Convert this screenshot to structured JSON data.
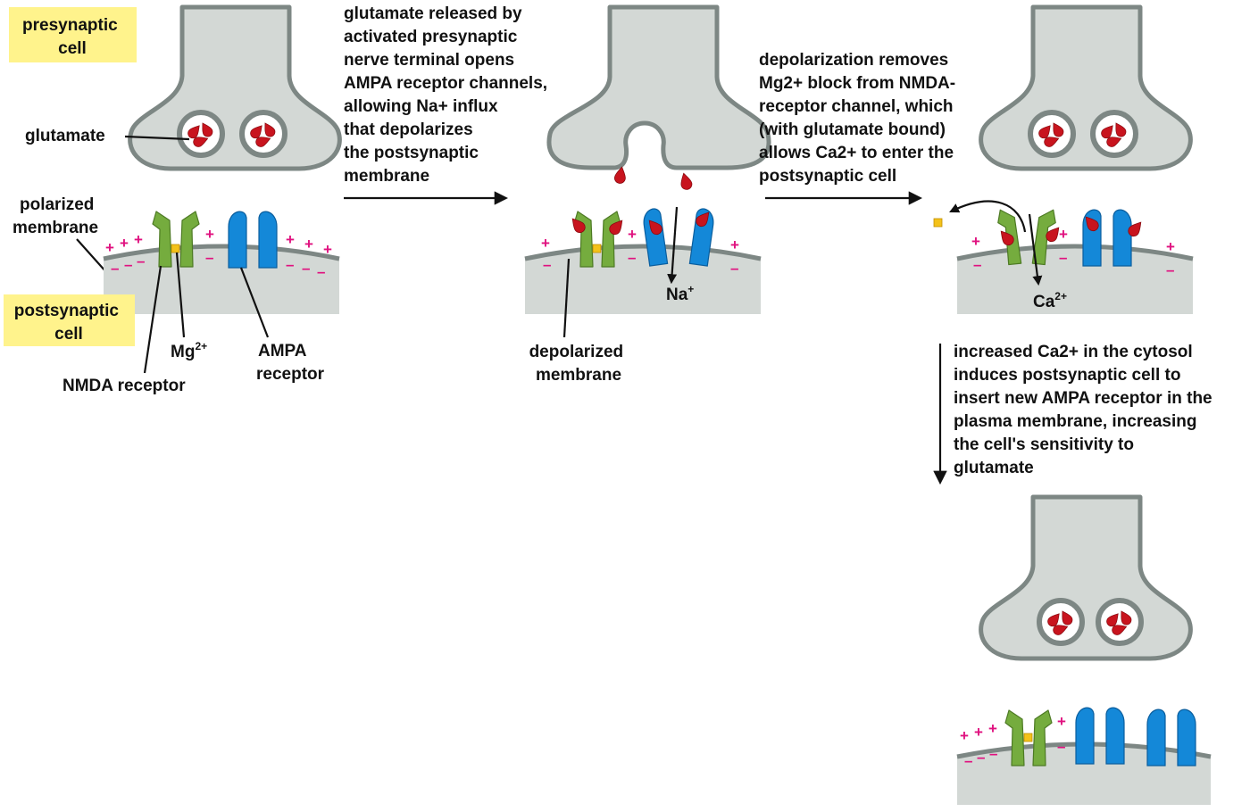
{
  "labels": {
    "presynaptic_cell": [
      "presynaptic",
      "cell"
    ],
    "postsynaptic_cell": [
      "postsynaptic",
      "cell"
    ],
    "glutamate": "glutamate",
    "polarized_membrane": [
      "polarized",
      "membrane"
    ],
    "mg": "Mg",
    "mg_charge": "2+",
    "ampa_receptor": [
      "AMPA",
      "receptor"
    ],
    "nmda_receptor": "NMDA receptor",
    "depolarized_membrane": [
      "depolarized",
      "membrane"
    ],
    "na": "Na",
    "na_charge": "+",
    "ca": "Ca",
    "ca_charge": "2+",
    "plus_sign": "+",
    "minus_sign": "–"
  },
  "steps": {
    "step1": [
      "glutamate released by",
      "activated presynaptic",
      "nerve terminal opens",
      "AMPA receptor channels,",
      "allowing Na+ influx",
      "that depolarizes",
      "the postsynaptic",
      "membrane"
    ],
    "step2": [
      "depolarization removes",
      "Mg2+ block from NMDA-",
      "receptor channel, which",
      "(with glutamate bound)",
      "allows Ca2+ to enter the",
      "postsynaptic cell"
    ],
    "step3": [
      "increased Ca2+ in the cytosol",
      "induces postsynaptic cell to",
      "insert new AMPA receptor in the",
      "plasma membrane, increasing",
      "the cell's sensitivity to",
      "glutamate"
    ]
  },
  "colors": {
    "highlight": "#fff38c",
    "membrane": "#7d8784",
    "cytoplasm": "#d3d8d5",
    "nmda_receptor": "#75ac3e",
    "ampa_receptor": "#1488d8",
    "glutamate": "#c8141e",
    "magnesium": "#f4c21a",
    "charge": "#e0117f"
  }
}
